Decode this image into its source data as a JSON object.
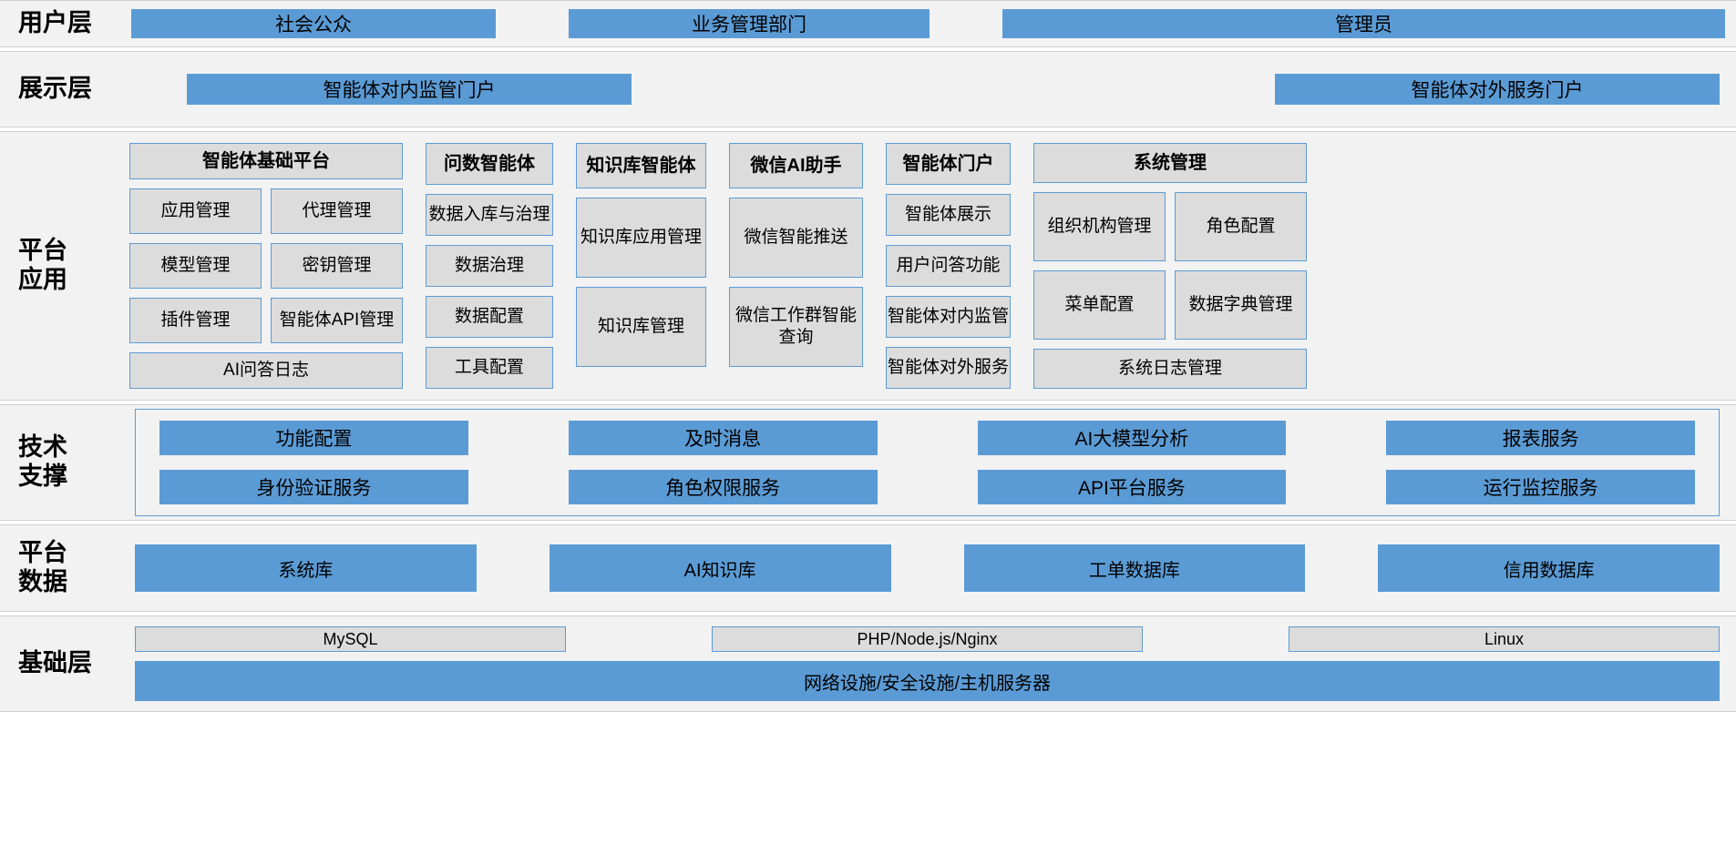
{
  "layers": {
    "user": {
      "label": "用户层",
      "items": [
        "社会公众",
        "业务管理部门",
        "管理员"
      ]
    },
    "presentation": {
      "label": "展示层",
      "items": [
        "智能体对内监管门户",
        "智能体对外服务门户"
      ]
    },
    "platform_application": {
      "label": "平台\n应用",
      "columns": [
        {
          "head": "智能体基础平台",
          "rows": [
            [
              "应用管理",
              "代理管理"
            ],
            [
              "模型管理",
              "密钥管理"
            ],
            [
              "插件管理",
              "智能体API管理"
            ]
          ],
          "wide": "AI问答日志"
        },
        {
          "head": "问数智能体",
          "items": [
            "数据入库与治理",
            "数据治理",
            "数据配置",
            "工具配置"
          ]
        },
        {
          "head": "知识库智能体",
          "items": [
            "知识库应用管理",
            "知识库管理"
          ]
        },
        {
          "head": "微信AI助手",
          "items": [
            "微信智能推送",
            "微信工作群智能查询"
          ]
        },
        {
          "head": "智能体门户",
          "items": [
            "智能体展示",
            "用户问答功能",
            "智能体对内监管",
            "智能体对外服务"
          ]
        },
        {
          "head": "系统管理",
          "rows": [
            [
              "组织机构管理",
              "角色配置"
            ],
            [
              "菜单配置",
              "数据字典管理"
            ]
          ],
          "wide": "系统日志管理"
        }
      ]
    },
    "technical_support": {
      "label": "技术\n支撑",
      "row1": [
        "功能配置",
        "及时消息",
        "AI大模型分析",
        "报表服务"
      ],
      "row2": [
        "身份验证服务",
        "角色权限服务",
        "API平台服务",
        "运行监控服务"
      ]
    },
    "platform_data": {
      "label": "平台\n数据",
      "items": [
        "系统库",
        "AI知识库",
        "工单数据库",
        "信用数据库"
      ]
    },
    "infrastructure": {
      "label": "基础层",
      "row1": [
        "MySQL",
        "PHP/Node.js/Nginx",
        "Linux"
      ],
      "wide": "网络设施/安全设施/主机服务器"
    }
  },
  "colors": {
    "blue": "#5b9bd5",
    "grey_fill": "#dcdcdc",
    "band": "#f2f2f2"
  }
}
